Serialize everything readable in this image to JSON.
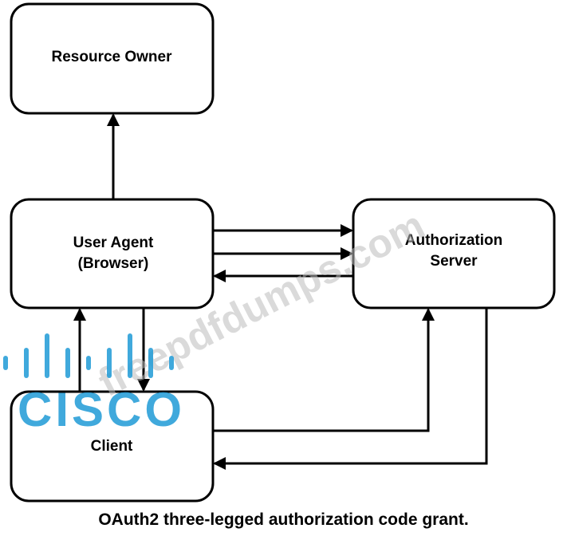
{
  "nodes": {
    "resource_owner": "Resource Owner",
    "user_agent": [
      "User Agent",
      "(Browser)"
    ],
    "authorization_server": [
      "Authorization",
      "Server"
    ],
    "client": "Client"
  },
  "caption": "OAuth2 three-legged authorization code grant.",
  "watermark": "freepdfdumps.com",
  "logo": "CISCO",
  "colors": {
    "stroke": "#000000",
    "watermark": "#bcbcbc",
    "logo": "#1f9bd7"
  }
}
